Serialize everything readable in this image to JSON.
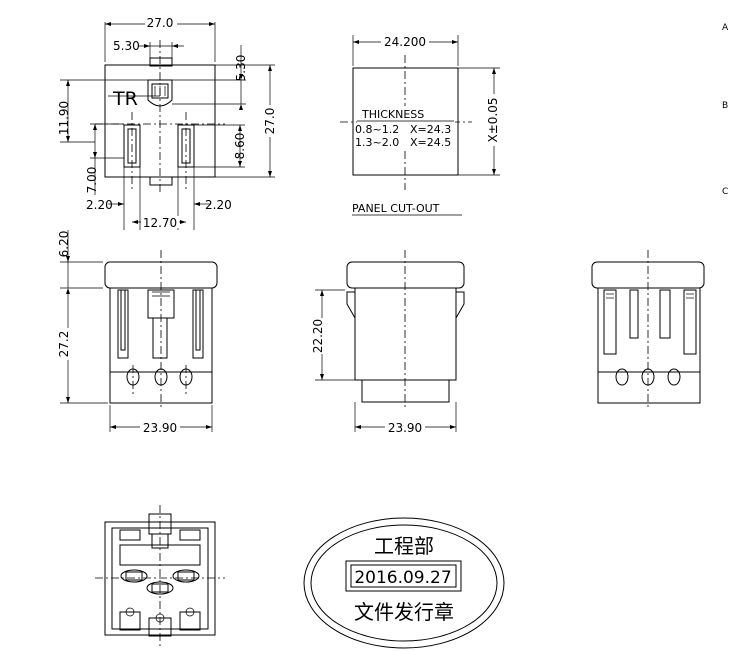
{
  "top_view": {
    "dim_width": "27.0",
    "dim_key_width": "5.30",
    "dim_key_height": "5.30",
    "dim_height": "27.0",
    "dim_left_center": "11.90",
    "dim_pin_height": "8.60",
    "dim_pin_offset": "7.00",
    "dim_left_gap": "2.20",
    "dim_right_gap": "2.20",
    "dim_pin_spacing": "12.70",
    "mark": "TR"
  },
  "panel_cutout": {
    "dim_width": "24.200",
    "dim_height": "X±0.05",
    "thickness_label": "THICKNESS",
    "rows": [
      {
        "range": "0.8~1.2",
        "value": "X=24.3"
      },
      {
        "range": "1.3~2.0",
        "value": "X=24.5"
      }
    ],
    "caption": "PANEL CUT-OUT"
  },
  "front_view": {
    "dim_flange": "6.20",
    "dim_body": "27.2",
    "dim_width": "23.90"
  },
  "side_view": {
    "dim_height": "22.20",
    "dim_width": "23.90"
  },
  "stamp": {
    "top": "工程部",
    "date": "2016.09.27",
    "bottom": "文件发行章"
  },
  "edge_marks": [
    "A",
    "B",
    "C"
  ]
}
